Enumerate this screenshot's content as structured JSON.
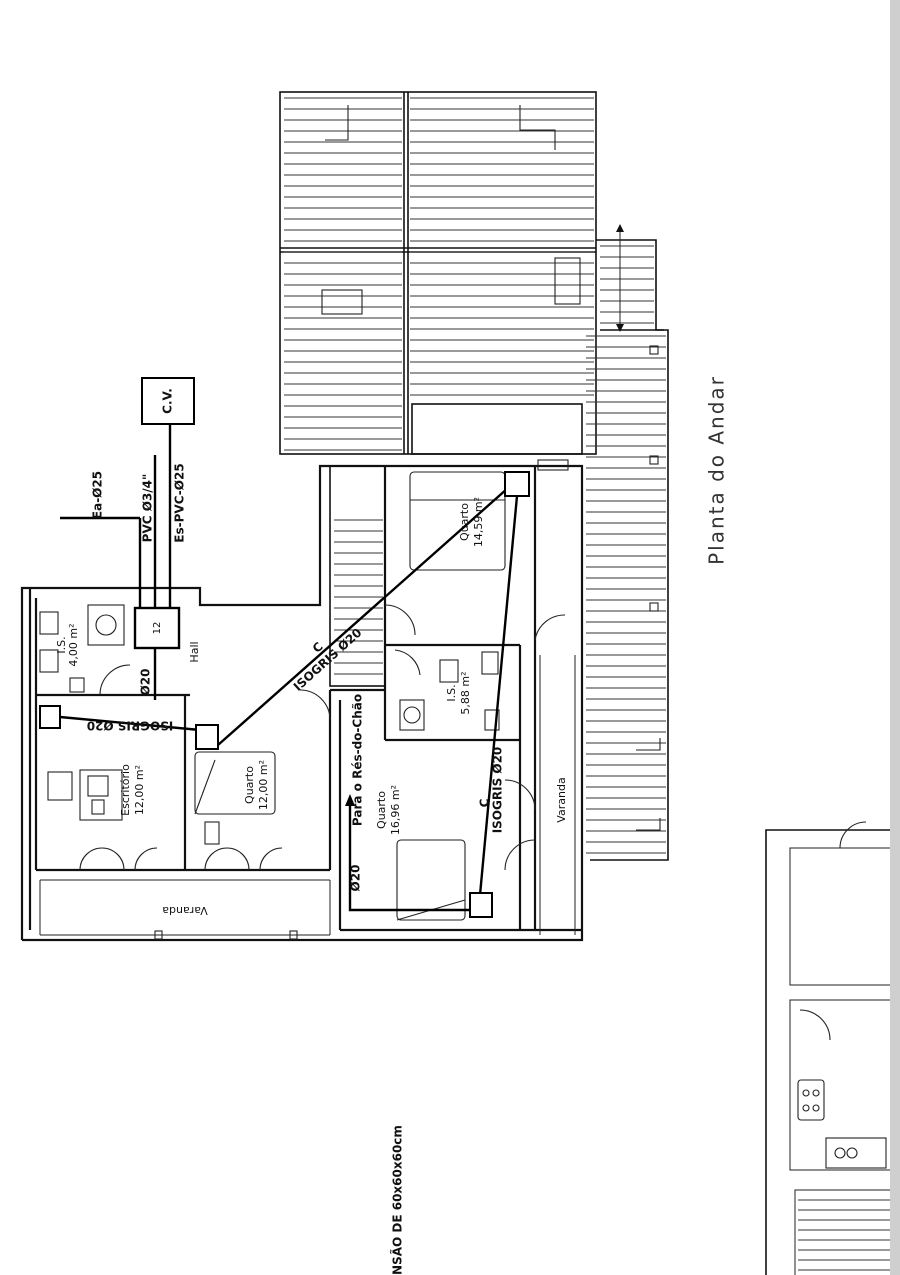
{
  "drawing": {
    "title": "Planta do Andar",
    "footer_note": "NSÃO DE 60x60x60cm"
  },
  "equipment": {
    "cv_box": "C.V."
  },
  "pipes": {
    "ea": "Ea-Ø25",
    "pvc": "PVC Ø3/4\"",
    "es": "Es-PVC-Ø25",
    "c_main": "C",
    "isogris_main": "ISOGRIS Ø20",
    "c_right": "C",
    "isogris_right": "ISOGRIS Ø20",
    "isogris_left": "ISOGRIS Ø20",
    "d20_hall": "Ø20",
    "d20_down": "Ø20",
    "para_res": "Para o Rés-do-Chão",
    "v12": "12"
  },
  "rooms": {
    "is_small_name": "I.S.",
    "is_small_area": "4,00 m²",
    "hall": "Hall",
    "escritorio_name": "Escritório",
    "escritorio_area": "12,00 m²",
    "quarto1_name": "Quarto",
    "quarto1_area": "12,00 m²",
    "quarto2_name": "Quarto",
    "quarto2_area": "14,59 m²",
    "is2_name": "I.S.",
    "is2_area": "5,88 m²",
    "quarto3_name": "Quarto",
    "quarto3_area": "16,96 m²",
    "varanda_bottom": "Varanda",
    "varanda_right": "Varanda"
  }
}
